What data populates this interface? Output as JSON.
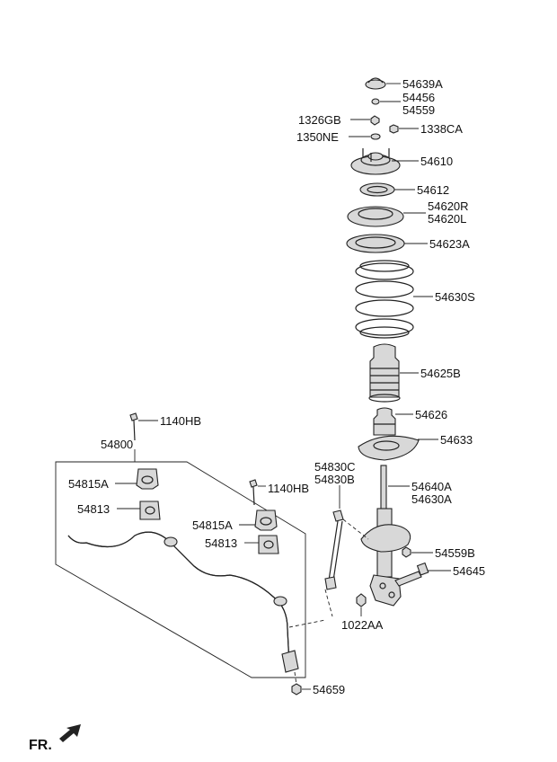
{
  "labels": {
    "l54639A": "54639A",
    "l54456": "54456",
    "l54559": "54559",
    "l1326GB": "1326GB",
    "l1338CA": "1338CA",
    "l1350NE": "1350NE",
    "l54610": "54610",
    "l54612": "54612",
    "l54620R": "54620R",
    "l54620L": "54620L",
    "l54623A": "54623A",
    "l54630S": "54630S",
    "l54625B": "54625B",
    "l54626": "54626",
    "l54633": "54633",
    "l1140HB_a": "1140HB",
    "l54800": "54800",
    "l54830C": "54830C",
    "l54830B": "54830B",
    "l54640A": "54640A",
    "l54630A": "54630A",
    "l54815A_a": "54815A",
    "l1140HB_b": "1140HB",
    "l54813_a": "54813",
    "l54815A_b": "54815A",
    "l54813_b": "54813",
    "l54559B": "54559B",
    "l54645": "54645",
    "l1022AA": "1022AA",
    "l54659": "54659",
    "fr": "FR."
  }
}
